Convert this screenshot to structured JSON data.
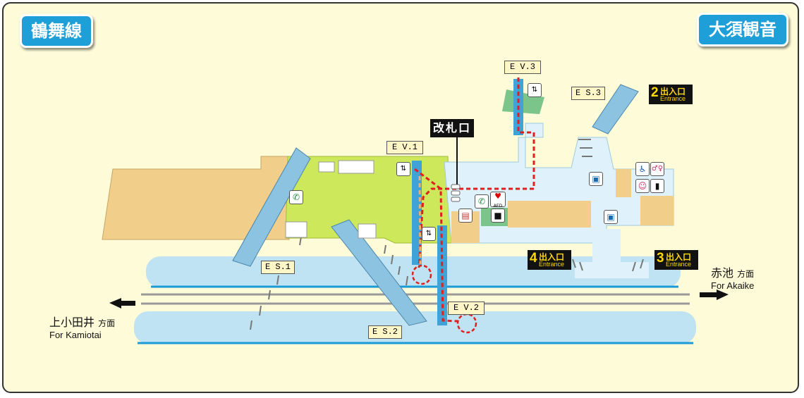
{
  "line_tag": "鶴舞線",
  "station_tag": "大須観音",
  "gate_label": "改札口",
  "elevators": {
    "ev1": "E V.1",
    "ev2": "E V.2",
    "ev3": "E V.3"
  },
  "escalators": {
    "es1": "E S.1",
    "es2": "E S.2",
    "es3": "E S.3"
  },
  "exits": [
    {
      "num": "2",
      "jp": "出入口",
      "en": "Entrance"
    },
    {
      "num": "3",
      "jp": "出入口",
      "en": "Entrance"
    },
    {
      "num": "4",
      "jp": "出入口",
      "en": "Entrance"
    }
  ],
  "directions": {
    "left_main": "上小田井",
    "left_sub": "方面",
    "left_en": "For Kamiotai",
    "right_main": "赤池",
    "right_sub": "方面",
    "right_en": "For Akaike"
  },
  "icon_names": [
    "telephone-icon",
    "aed-icon",
    "station-office-icon",
    "ticket-machine-icon",
    "fare-adjustment-icon",
    "wheelchair-icon",
    "restroom-icon",
    "baby-room-icon",
    "locker-icon",
    "elevator-icon"
  ],
  "aed_label": "AED",
  "colors": {
    "background": "#fefbd8",
    "tag": "#1e9fd8",
    "platform": "#bfe3f2",
    "concourse_paid": "#cde85a",
    "concourse_free": "#dff2fb",
    "building": "#f1cf8a",
    "route": "#e02020",
    "exit_text": "#ffd800"
  }
}
